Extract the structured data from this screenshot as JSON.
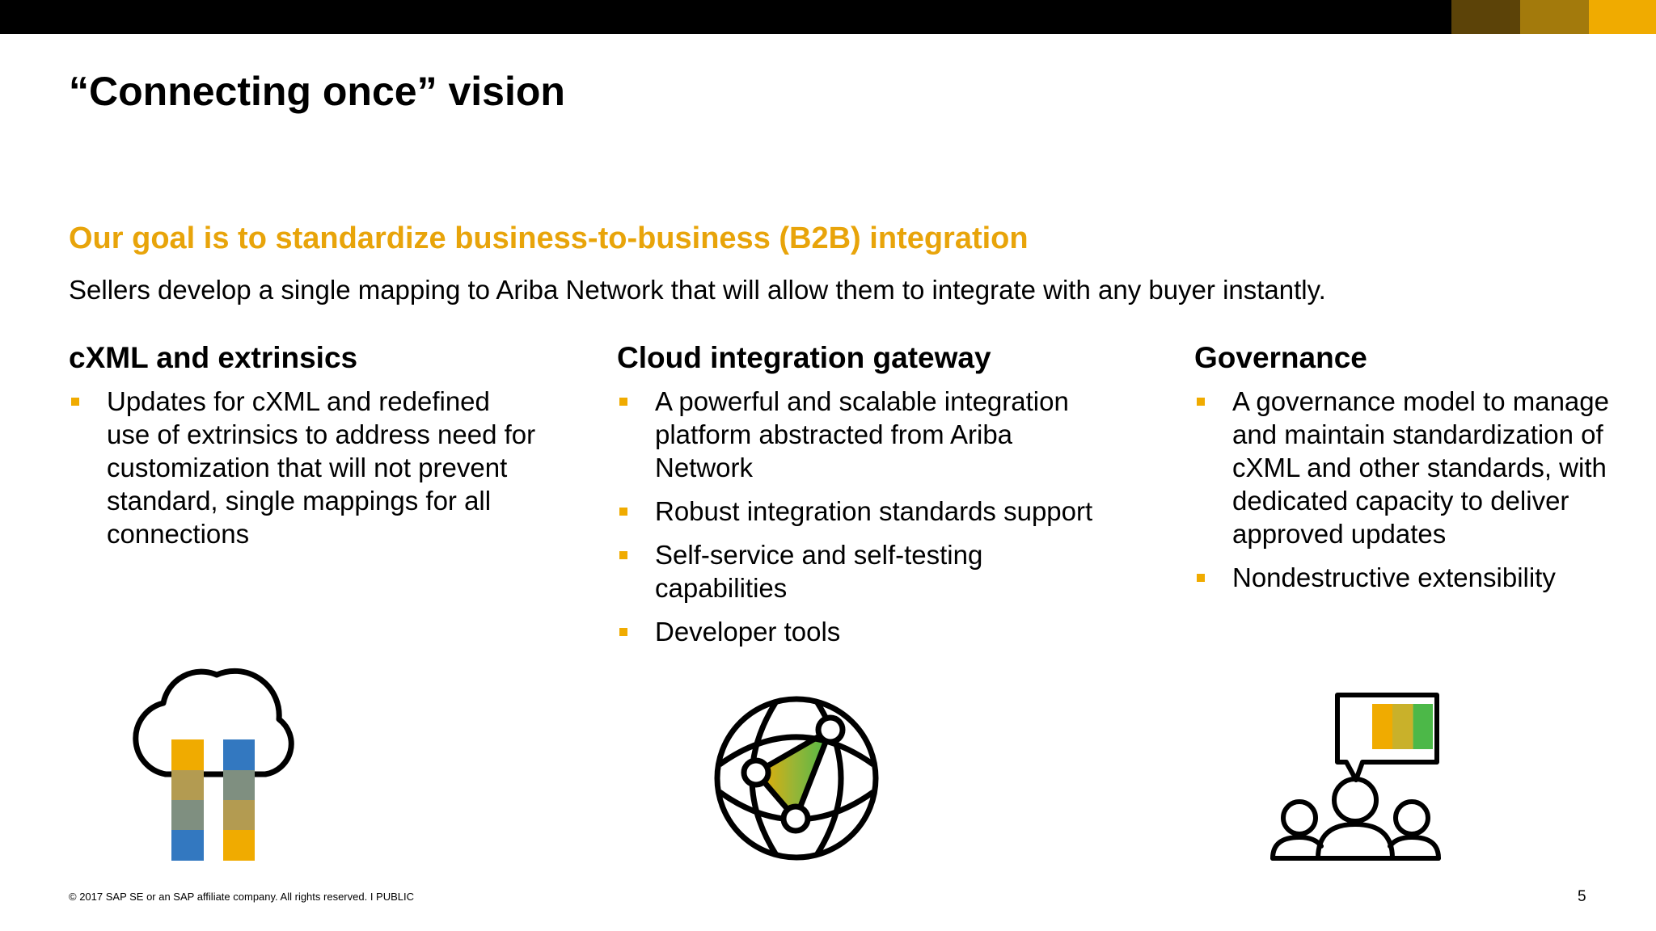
{
  "slide": {
    "title": "“Connecting once” vision",
    "goal": "Our goal is to standardize business-to-business (B2B) integration",
    "intro": "Sellers develop a single mapping to Ariba Network that will allow them to integrate with any buyer instantly.",
    "columns": [
      {
        "heading": "cXML and extrinsics",
        "bullets": [
          "Updates for cXML and redefined use of extrinsics to address need for customization that will not prevent standard, single mappings for all connections"
        ],
        "icon": "cloud-integration-icon"
      },
      {
        "heading": "Cloud integration gateway",
        "bullets": [
          "A powerful and scalable integration platform abstracted from Ariba Network",
          "Robust integration standards support",
          "Self-service and self-testing capabilities",
          "Developer tools"
        ],
        "icon": "globe-network-icon"
      },
      {
        "heading": "Governance",
        "bullets": [
          "A governance model to manage and maintain standardization of cXML and other standards, with dedicated capacity to deliver approved updates",
          "Nondestructive extensibility"
        ],
        "icon": "people-discussion-icon"
      }
    ],
    "footer": "© 2017 SAP SE or an SAP affiliate company. All rights reserved. I   PUBLIC",
    "page_number": "5"
  },
  "colors": {
    "top_bar": "#000000",
    "accent": "#f0ab00",
    "goal_text": "#e8a40a",
    "bar_swatches": [
      "#5c4308",
      "#a37a0c",
      "#f0ab00"
    ]
  }
}
